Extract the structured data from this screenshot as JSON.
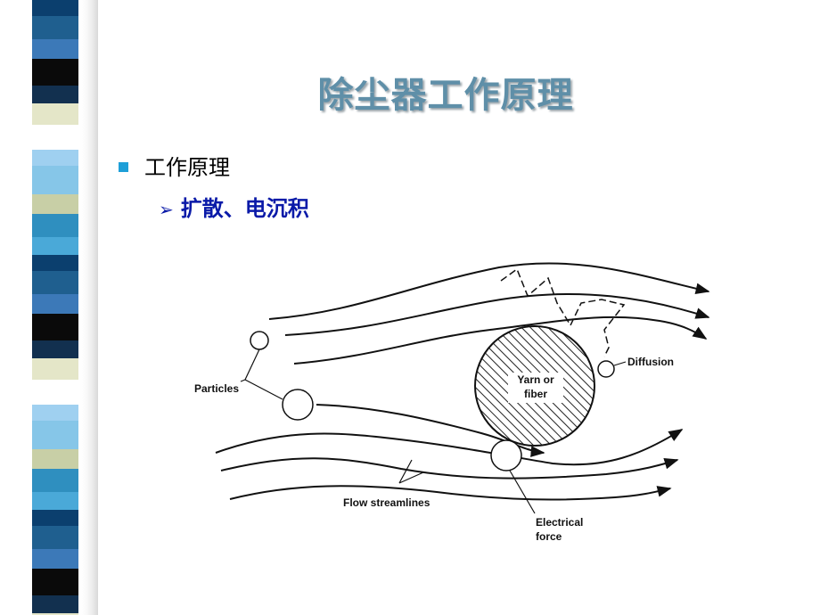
{
  "slide": {
    "title": "除尘器工作原理",
    "bullet_level1": "工作原理",
    "bullet_level2": "扩散、电沉积"
  },
  "diagram": {
    "labels": {
      "particles": "Particles",
      "fiber_line1": "Yarn or",
      "fiber_line2": "fiber",
      "diffusion": "Diffusion",
      "flow": "Flow streamlines",
      "electrical_line1": "Electrical",
      "electrical_line2": "force"
    }
  },
  "colors": {
    "title": "#5f8fa8",
    "bullet_square": "#1e9fd8",
    "sub_bullet": "#0a1aa8"
  }
}
